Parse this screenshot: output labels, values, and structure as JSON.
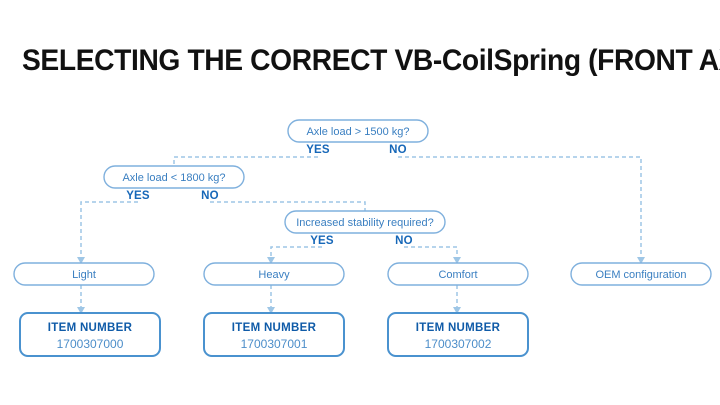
{
  "page": {
    "title": "SELECTING THE CORRECT VB-CoilSpring (FRONT AXLE)",
    "background_color": "#ffffff",
    "title_color": "#111111"
  },
  "colors": {
    "node_border": "#7fb0dd",
    "node_text": "#3a7fc1",
    "branch_label": "#1667b8",
    "item_border": "#4a92cf",
    "item_title": "#0f5ba8",
    "item_value": "#4d8ec9",
    "connector": "#9ec6e6"
  },
  "chart_data": {
    "type": "diagram",
    "title": "SELECTING THE CORRECT VB-CoilSpring (FRONT AXLE)",
    "nodes": [
      {
        "id": "d1",
        "kind": "decision",
        "label": "Axle load > 1500 kg?"
      },
      {
        "id": "d2",
        "kind": "decision",
        "label": "Axle load < 1800 kg?"
      },
      {
        "id": "d3",
        "kind": "decision",
        "label": "Increased stability required?"
      },
      {
        "id": "r1",
        "kind": "result",
        "label": "Light"
      },
      {
        "id": "r2",
        "kind": "result",
        "label": "Heavy"
      },
      {
        "id": "r3",
        "kind": "result",
        "label": "Comfort"
      },
      {
        "id": "r4",
        "kind": "result",
        "label": "OEM configuration"
      },
      {
        "id": "i1",
        "kind": "item",
        "title": "ITEM NUMBER",
        "value": "1700307000"
      },
      {
        "id": "i2",
        "kind": "item",
        "title": "ITEM NUMBER",
        "value": "1700307001"
      },
      {
        "id": "i3",
        "kind": "item",
        "title": "ITEM NUMBER",
        "value": "1700307002"
      }
    ],
    "edges": [
      {
        "from": "d1",
        "to": "d2",
        "label": "YES"
      },
      {
        "from": "d1",
        "to": "r4",
        "label": "NO"
      },
      {
        "from": "d2",
        "to": "r1",
        "label": "YES"
      },
      {
        "from": "d2",
        "to": "d3",
        "label": "NO"
      },
      {
        "from": "d3",
        "to": "r2",
        "label": "YES"
      },
      {
        "from": "d3",
        "to": "r3",
        "label": "NO"
      },
      {
        "from": "r1",
        "to": "i1",
        "label": ""
      },
      {
        "from": "r2",
        "to": "i2",
        "label": ""
      },
      {
        "from": "r3",
        "to": "i3",
        "label": ""
      }
    ]
  },
  "decisions": {
    "d1": {
      "question": "Axle load > 1500 kg?",
      "yes": "YES",
      "no": "NO"
    },
    "d2": {
      "question": "Axle load < 1800 kg?",
      "yes": "YES",
      "no": "NO"
    },
    "d3": {
      "question": "Increased stability required?",
      "yes": "YES",
      "no": "NO"
    }
  },
  "results": {
    "light": "Light",
    "heavy": "Heavy",
    "comfort": "Comfort",
    "oem": "OEM configuration"
  },
  "items": {
    "item1": {
      "title": "ITEM NUMBER",
      "value": "1700307000"
    },
    "item2": {
      "title": "ITEM NUMBER",
      "value": "1700307001"
    },
    "item3": {
      "title": "ITEM NUMBER",
      "value": "1700307002"
    }
  }
}
